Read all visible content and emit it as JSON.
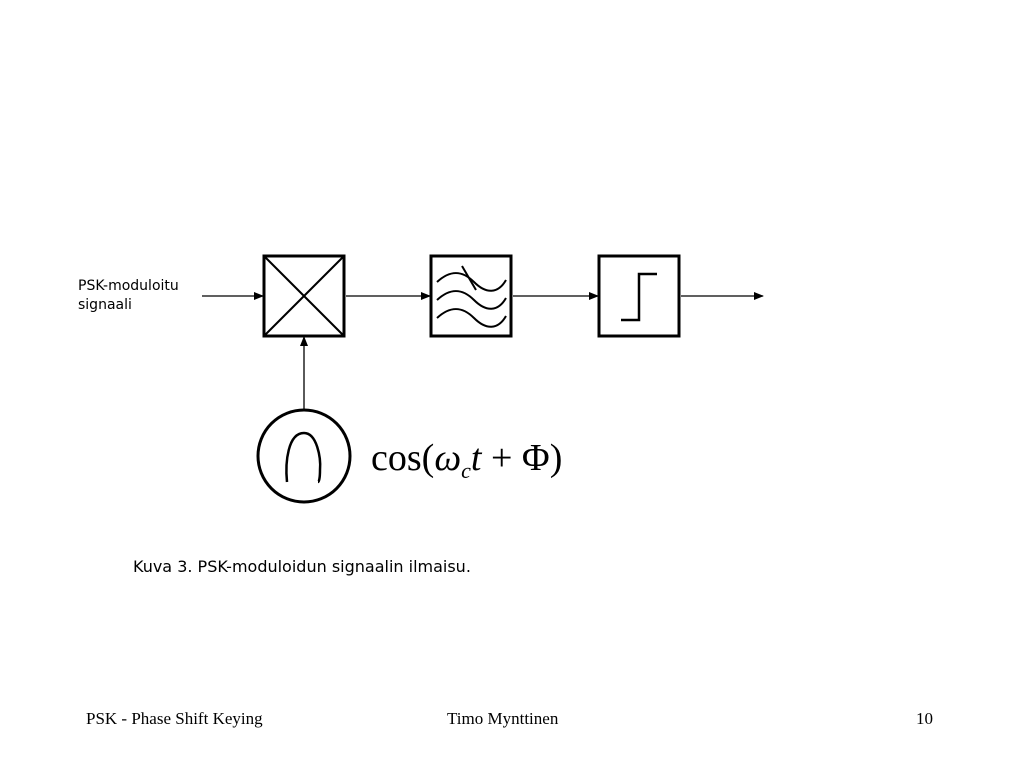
{
  "diagram": {
    "input_label": "PSK-moduloitu signaali",
    "formula": {
      "prefix": "cos(",
      "omega": "ω",
      "subscript": "c",
      "t": "t",
      "plus": " + ",
      "phi": "Φ",
      "suffix": ")"
    },
    "caption": "Kuva 3. PSK-moduloidun signaalin ilmaisu.",
    "blocks": [
      {
        "name": "mixer-block",
        "icon": "mixer-icon"
      },
      {
        "name": "filter-block",
        "icon": "bandpass-filter-icon"
      },
      {
        "name": "decision-block",
        "icon": "step-threshold-icon"
      },
      {
        "name": "oscillator-block",
        "icon": "sine-oscillator-icon"
      }
    ]
  },
  "footer": {
    "left": "PSK - Phase Shift Keying",
    "center": "Timo Mynttinen",
    "right": "10"
  },
  "colors": {
    "stroke": "#000000",
    "background": "#ffffff"
  }
}
